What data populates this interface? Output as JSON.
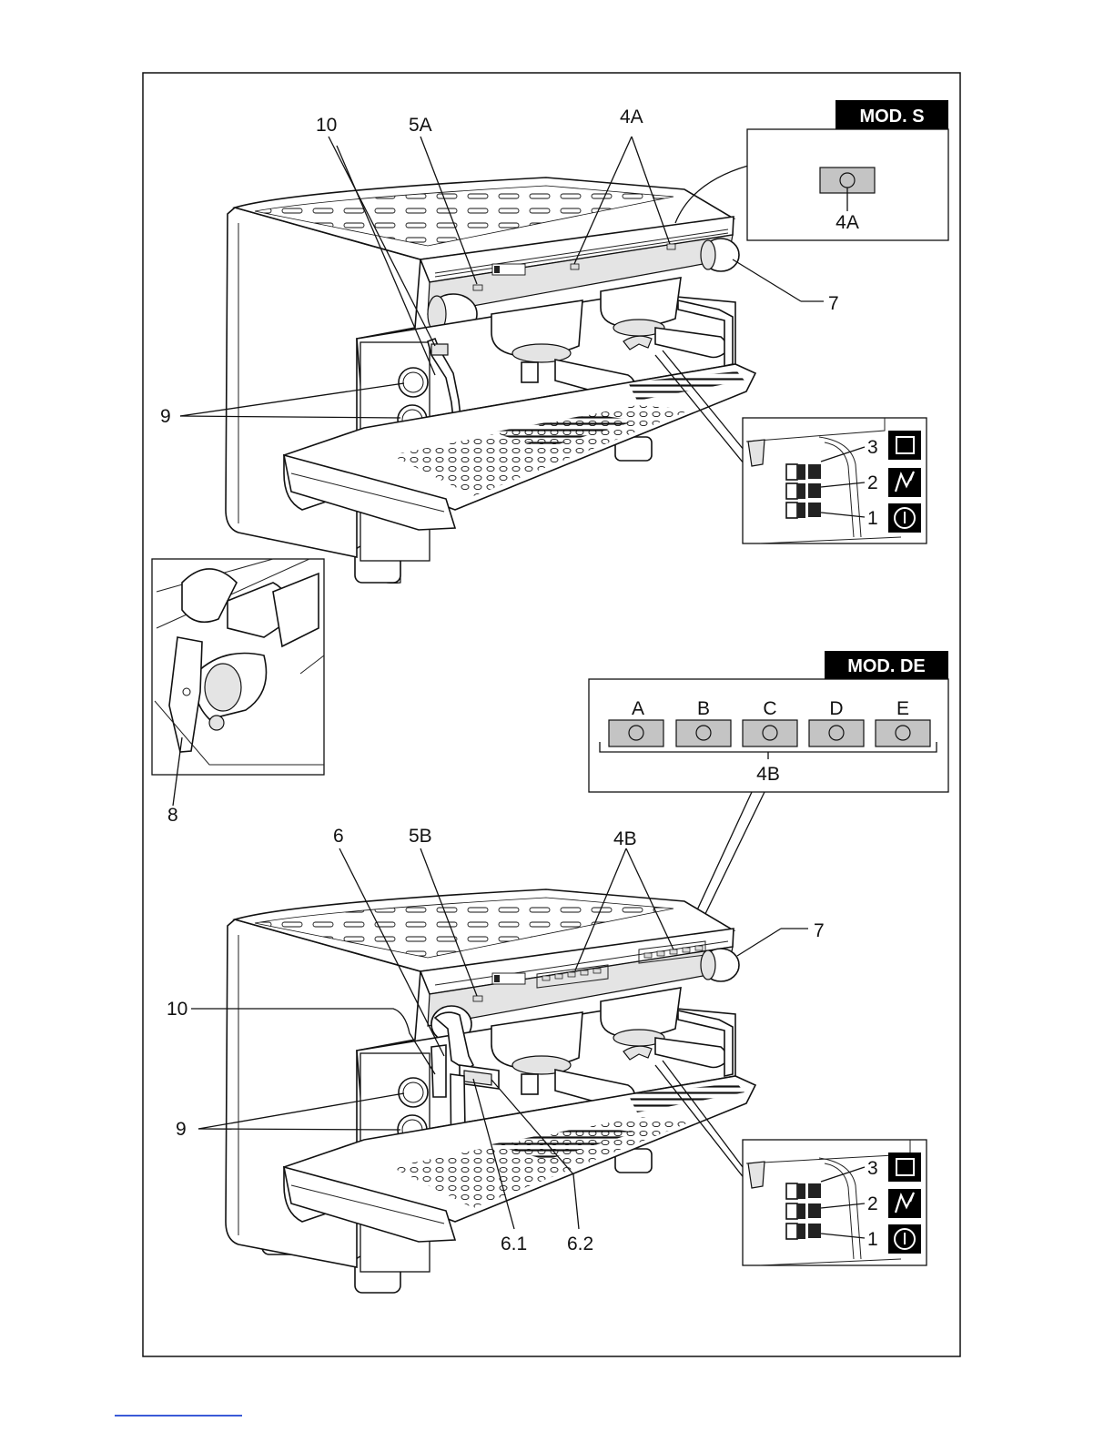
{
  "title": "",
  "mod_s": {
    "tag": "MOD. S",
    "button_label": "4A"
  },
  "mod_de": {
    "tag": "MOD. DE",
    "buttons": [
      "A",
      "B",
      "C",
      "D",
      "E"
    ],
    "group_label": "4B"
  },
  "top_machine_callouts": {
    "l10": "10",
    "l5a": "5A",
    "l4a": "4A",
    "l7": "7",
    "l9": "9"
  },
  "bottom_machine_callouts": {
    "l6": "6",
    "l5b": "5B",
    "l4b": "4B",
    "l7": "7",
    "l10": "10",
    "l9": "9",
    "l61": "6.1",
    "l62": "6.2"
  },
  "valve_detail": {
    "label": "8"
  },
  "switch_panel_top": {
    "labels": [
      "3",
      "2",
      "1"
    ]
  },
  "switch_panel_bottom": {
    "labels": [
      "3",
      "2",
      "1"
    ]
  }
}
